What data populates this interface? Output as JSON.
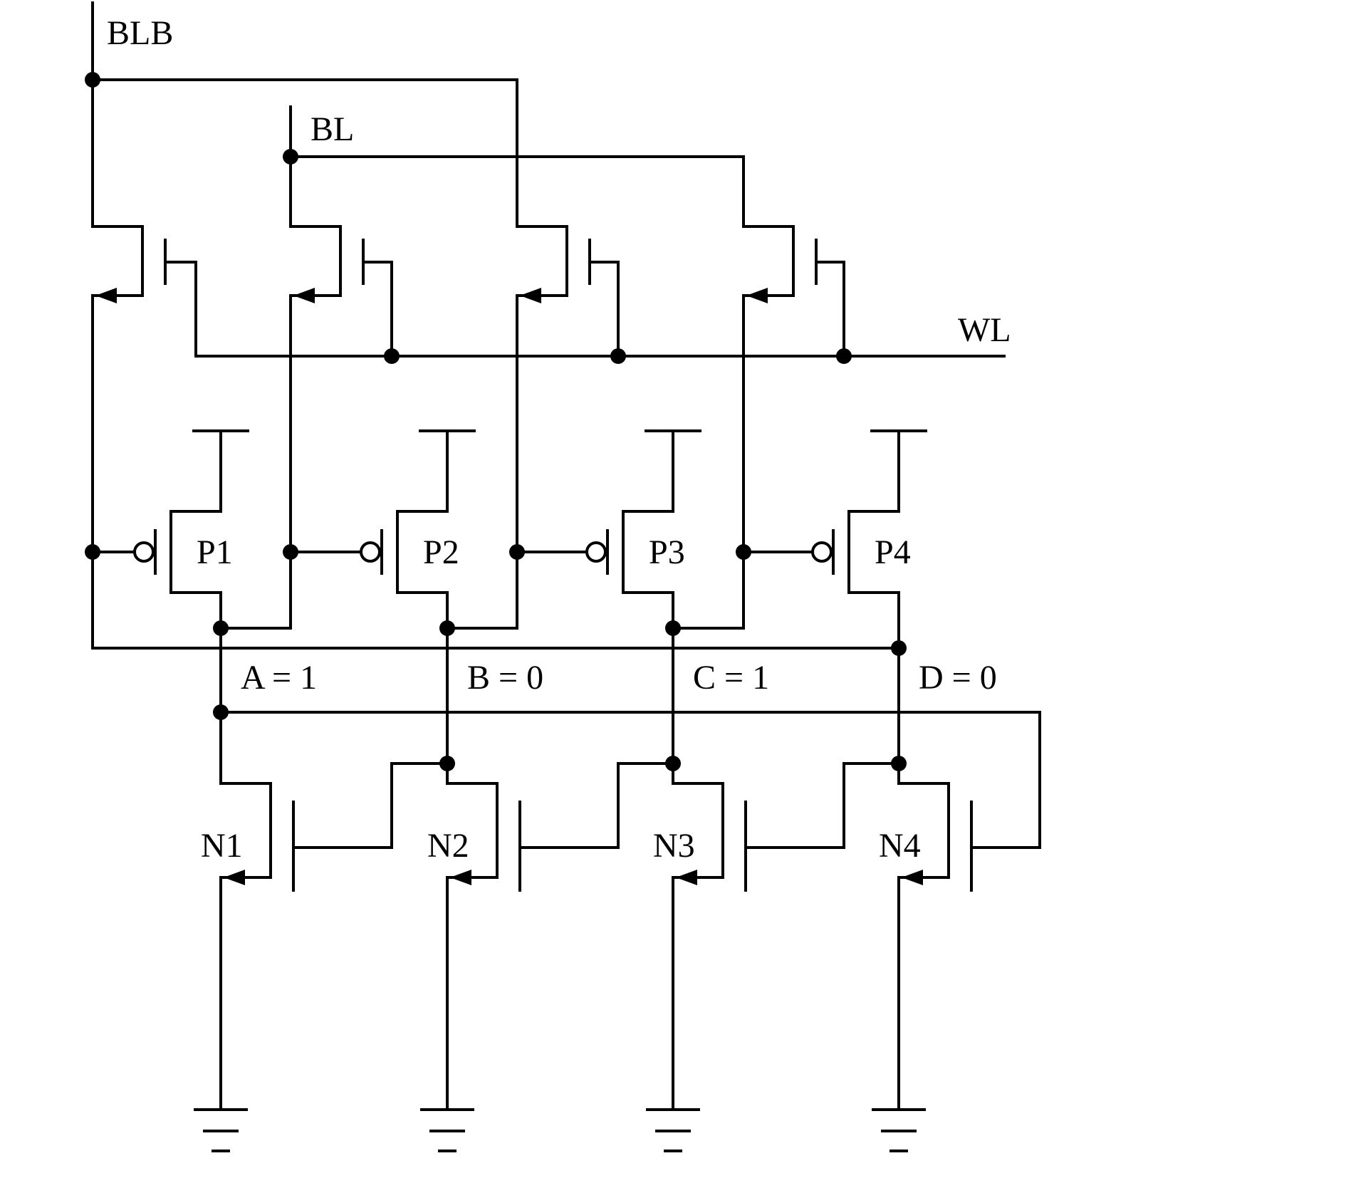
{
  "colors": {
    "wire": "#000000",
    "background": "#ffffff"
  },
  "signals": {
    "blb": "BLB",
    "bl": "BL",
    "wl": "WL"
  },
  "pmos_labels": [
    "P1",
    "P2",
    "P3",
    "P4"
  ],
  "nmos_labels": [
    "N1",
    "N2",
    "N3",
    "N4"
  ],
  "node_values": [
    "A = 1",
    "B = 0",
    "C = 1",
    "D = 0"
  ]
}
